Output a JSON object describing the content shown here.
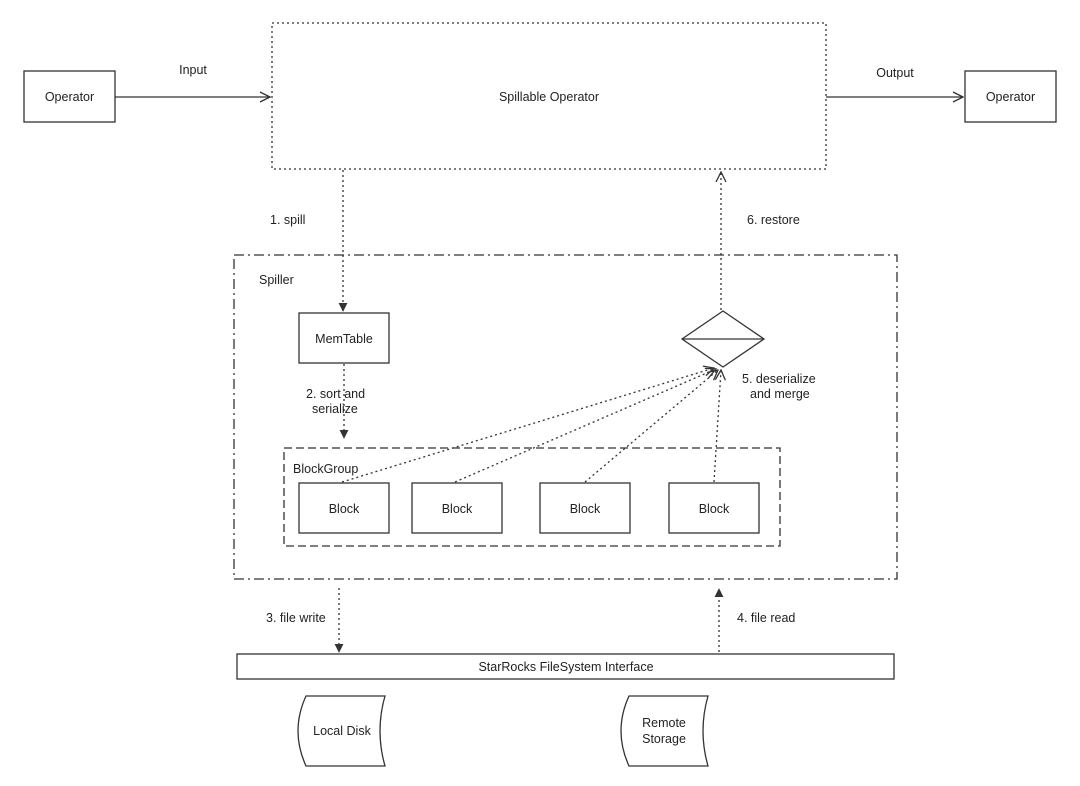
{
  "nodes": {
    "operator_left": "Operator",
    "spillable_operator": "Spillable Operator",
    "operator_right": "Operator",
    "spiller": "Spiller",
    "memtable": "MemTable",
    "blockgroup": "BlockGroup",
    "blocks": [
      "Block",
      "Block",
      "Block",
      "Block"
    ],
    "filesystem": "StarRocks FileSystem Interface",
    "local_disk": "Local Disk",
    "remote_storage_line1": "Remote",
    "remote_storage_line2": "Storage"
  },
  "edges": {
    "input": "Input",
    "output": "Output",
    "spill": "1. spill",
    "sort_line1": "2. sort and",
    "sort_line2": "serialize",
    "file_write": "3. file write",
    "file_read": "4. file read",
    "merge_line1": "5. deserialize",
    "merge_line2": "and merge",
    "restore": "6. restore"
  }
}
